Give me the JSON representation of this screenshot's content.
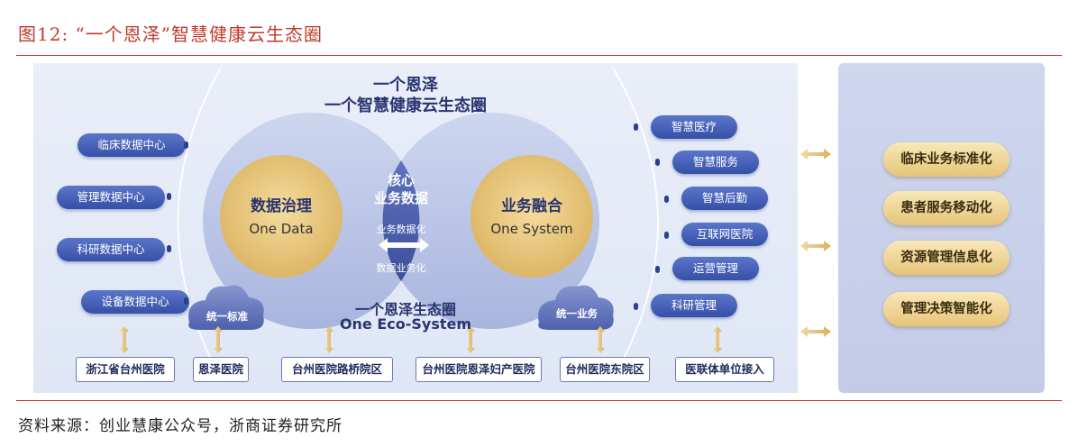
{
  "figure": {
    "title": "图12:   “一个恩泽”智慧健康云生态圈",
    "source": "资料来源：创业慧康公众号，浙商证券研究所"
  },
  "center": {
    "title_line1": "一个恩泽",
    "title_line2": "一个智慧健康云生态圈"
  },
  "left_circle": {
    "cn": "数据治理",
    "en": "One Data"
  },
  "right_circle": {
    "cn": "业务融合",
    "en": "One System"
  },
  "core": {
    "line1": "核心",
    "line2": "业务数据",
    "sub_top": "业务数据化",
    "sub_bottom": "数据业务化"
  },
  "ecosystem": {
    "cn": "一个恩泽生态圈",
    "en": "One Eco-System"
  },
  "clouds": {
    "left": "统一标准",
    "right": "统一业务"
  },
  "left_pills": [
    "临床数据中心",
    "管理数据中心",
    "科研数据中心",
    "设备数据中心"
  ],
  "right_pills": [
    "智慧医疗",
    "智慧服务",
    "智慧后勤",
    "互联网医院",
    "运营管理",
    "科研管理"
  ],
  "bottom_boxes": [
    "浙江省台州医院",
    "恩泽医院",
    "台州医院路桥院区",
    "台州医院恩泽妇产医院",
    "台州医院东院区",
    "医联体单位接入"
  ],
  "right_panel": [
    "临床业务标准化",
    "患者服务移动化",
    "资源管理信息化",
    "管理决策智能化"
  ],
  "colors": {
    "accent_red": "#c0392b",
    "navy": "#2a3470",
    "pill_blue": "#3650a8",
    "gold": "#e6c479"
  }
}
